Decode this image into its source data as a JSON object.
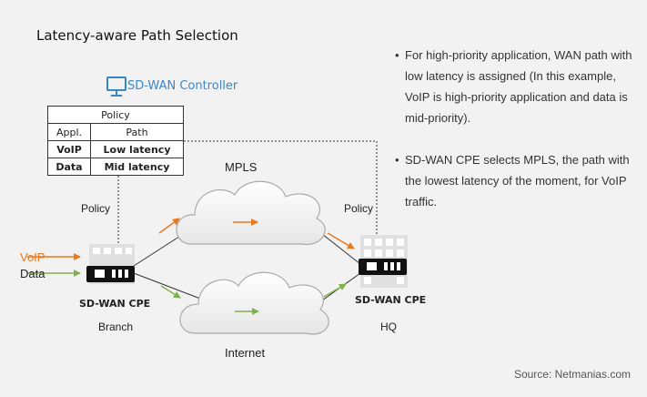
{
  "title": "Latency-aware Path Selection",
  "bullets": [
    "For high-priority application, WAN path with low latency is assigned (In this example, VoIP is high-priority application and data is mid-priority).",
    "SD-WAN CPE selects MPLS, the path with the lowest latency of the moment, for VoIP traffic."
  ],
  "controller": {
    "label": "SD-WAN Controller",
    "icon": "monitor-icon"
  },
  "policy_table": {
    "title": "Policy",
    "headers": [
      "Appl.",
      "Path"
    ],
    "rows": [
      {
        "app": "VoIP",
        "path": "Low latency"
      },
      {
        "app": "Data",
        "path": "Mid latency"
      }
    ]
  },
  "labels": {
    "policy_left": "Policy",
    "policy_right": "Policy",
    "mpls": "MPLS",
    "internet": "Internet",
    "voip": "VoIP",
    "data": "Data",
    "cpe_branch": "SD-WAN CPE",
    "branch": "Branch",
    "cpe_hq": "SD-WAN CPE",
    "hq": "HQ"
  },
  "source": "Source: Netmanias.com",
  "colors": {
    "voip": "#e8781e",
    "data": "#7fb24a",
    "controller": "#3a87c8",
    "background": "#f2f2f2"
  }
}
